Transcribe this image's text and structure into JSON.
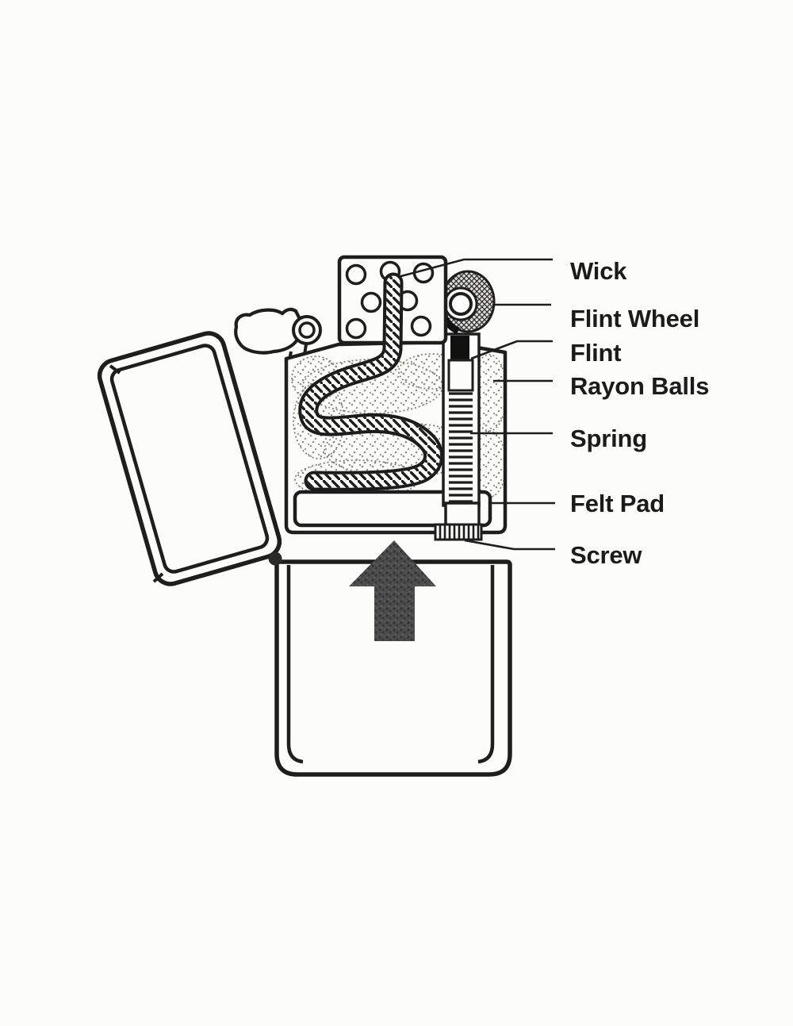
{
  "figure": {
    "subject": "lighter parts diagram",
    "labels": [
      {
        "text": "Wick"
      },
      {
        "text": "Flint Wheel"
      },
      {
        "text": "Flint"
      },
      {
        "text": "Rayon Balls"
      },
      {
        "text": "Spring"
      },
      {
        "text": "Felt Pad"
      },
      {
        "text": "Screw"
      }
    ],
    "colors": {
      "line": "#1e1e1e",
      "background": "#fcfcfb",
      "arrow_fill": "#4c4c4c",
      "flint_fill": "#111111",
      "stipple": "#92928a"
    }
  }
}
